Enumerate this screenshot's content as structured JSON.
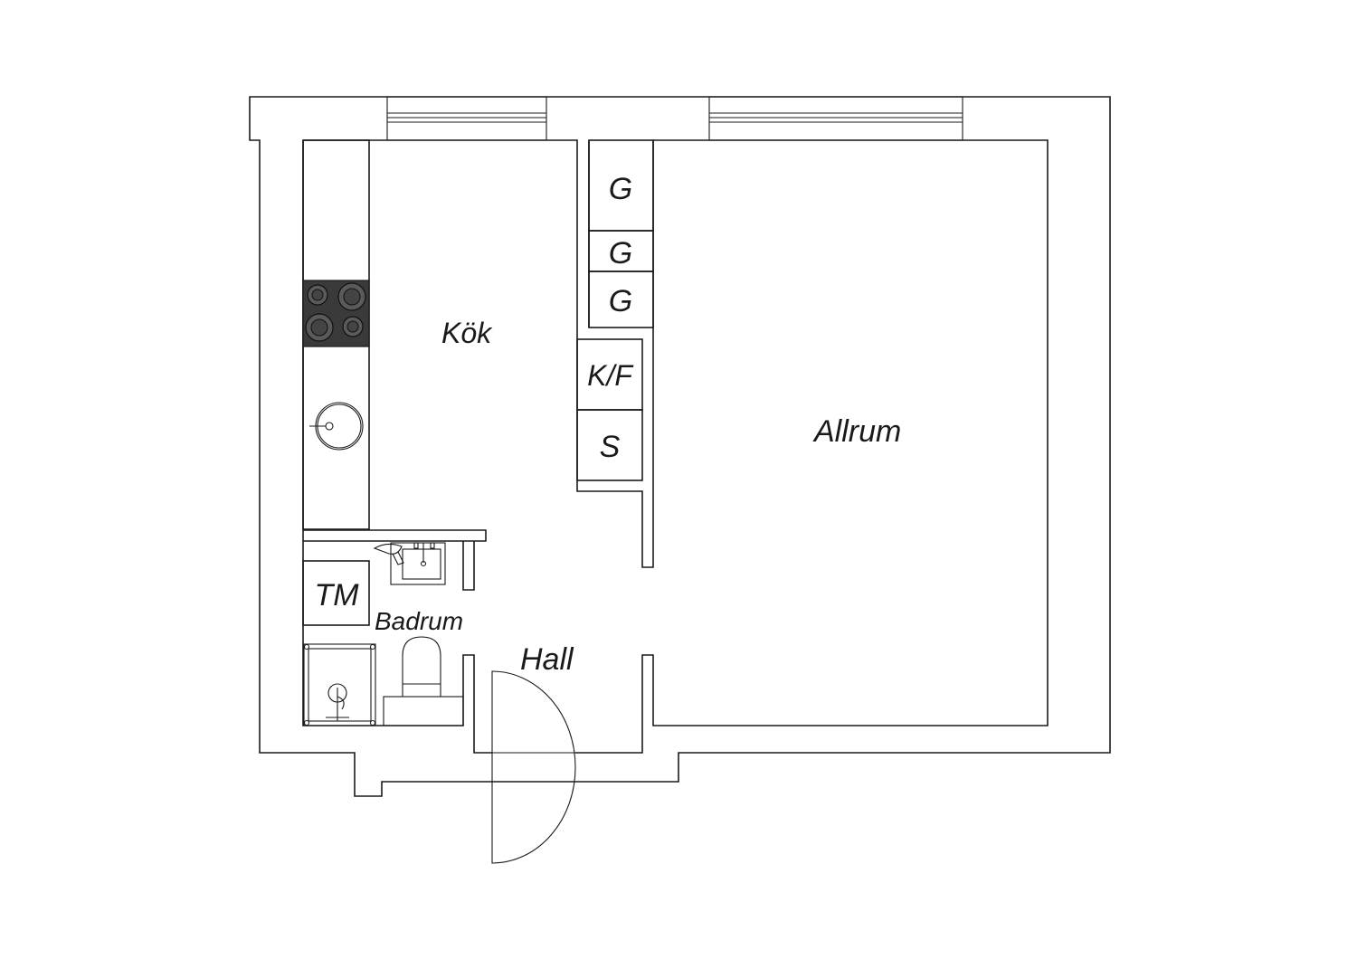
{
  "rooms": {
    "kitchen": "Kök",
    "living": "Allrum",
    "bathroom": "Badrum",
    "hall": "Hall"
  },
  "cabinets": {
    "g1": "G",
    "g2": "G",
    "g3": "G",
    "fridge_freezer": "K/F",
    "s": "S",
    "tm": "TM"
  },
  "icons": [
    "stove-icon",
    "sink-icon",
    "washbasin-icon",
    "toilet-icon",
    "shower-icon",
    "door-swing-icon",
    "window-icon"
  ]
}
